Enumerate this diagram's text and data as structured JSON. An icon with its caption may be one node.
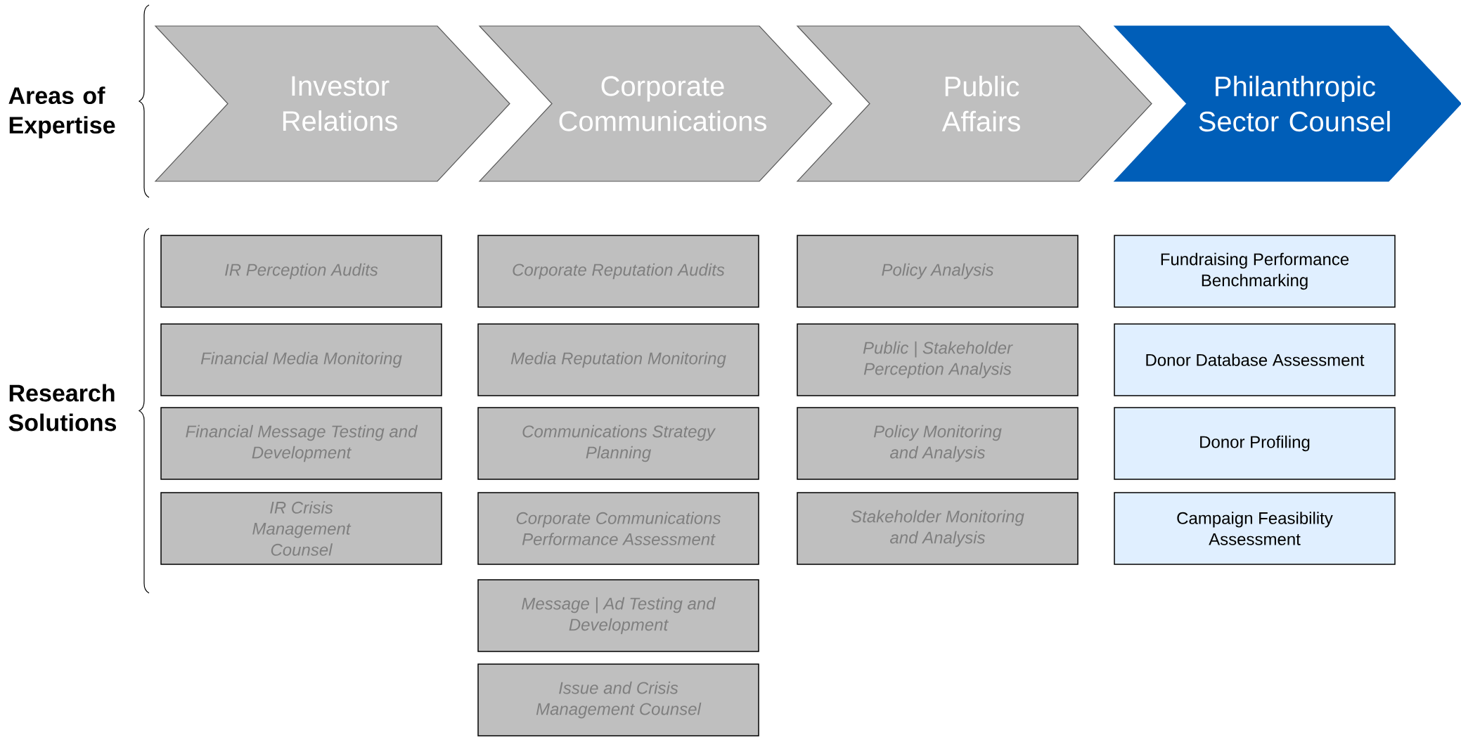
{
  "diagram": {
    "nodes": [
      {
        "text": [
          "Investor Relations"
        ]
      },
      {
        "text": [
          "Corporate Communications"
        ]
      },
      {
        "text": [
          "Public Affairs"
        ]
      },
      {
        "text": [
          "Philanthropic Sector Counsel"
        ]
      },
      {
        "text": [
          "IR Perception Audits"
        ]
      },
      {
        "text": [
          "Financial Media Monitoring"
        ]
      },
      {
        "text": [
          "Financial Message Testing and Development"
        ]
      },
      {
        "text": [
          "IR Crisis Management Counsel"
        ]
      },
      {
        "text": [
          "Corporate Reputation Audits"
        ]
      },
      {
        "text": [
          "Media Reputation Monitoring"
        ]
      },
      {
        "text": [
          "Communications Strategy Planning"
        ]
      },
      {
        "text": [
          "Corporate Communications Performance Assessment"
        ]
      },
      {
        "text": [
          "Message | Ad Testing and Development"
        ]
      },
      {
        "text": [
          "Issue and Crisis Management Counsel"
        ]
      },
      {
        "text": [
          "Policy Analysis"
        ]
      },
      {
        "text": [
          "Public | Stakeholder Perception Analysis"
        ]
      },
      {
        "text": [
          "Policy Monitoring and Analysis"
        ]
      },
      {
        "text": [
          "Stakeholder Monitoring and Analysis"
        ]
      },
      {
        "text": [
          "Fundraising Performance Benchmarking"
        ]
      },
      {
        "text": [
          "Donor Database Assessment"
        ]
      },
      {
        "text": [
          "Donor Profiling"
        ]
      },
      {
        "text": [
          "Campaign Feasibility Assessment"
        ]
      }
    ],
    "labels": [
      "Areas of Expertise",
      "Research Solutions"
    ]
  }
}
